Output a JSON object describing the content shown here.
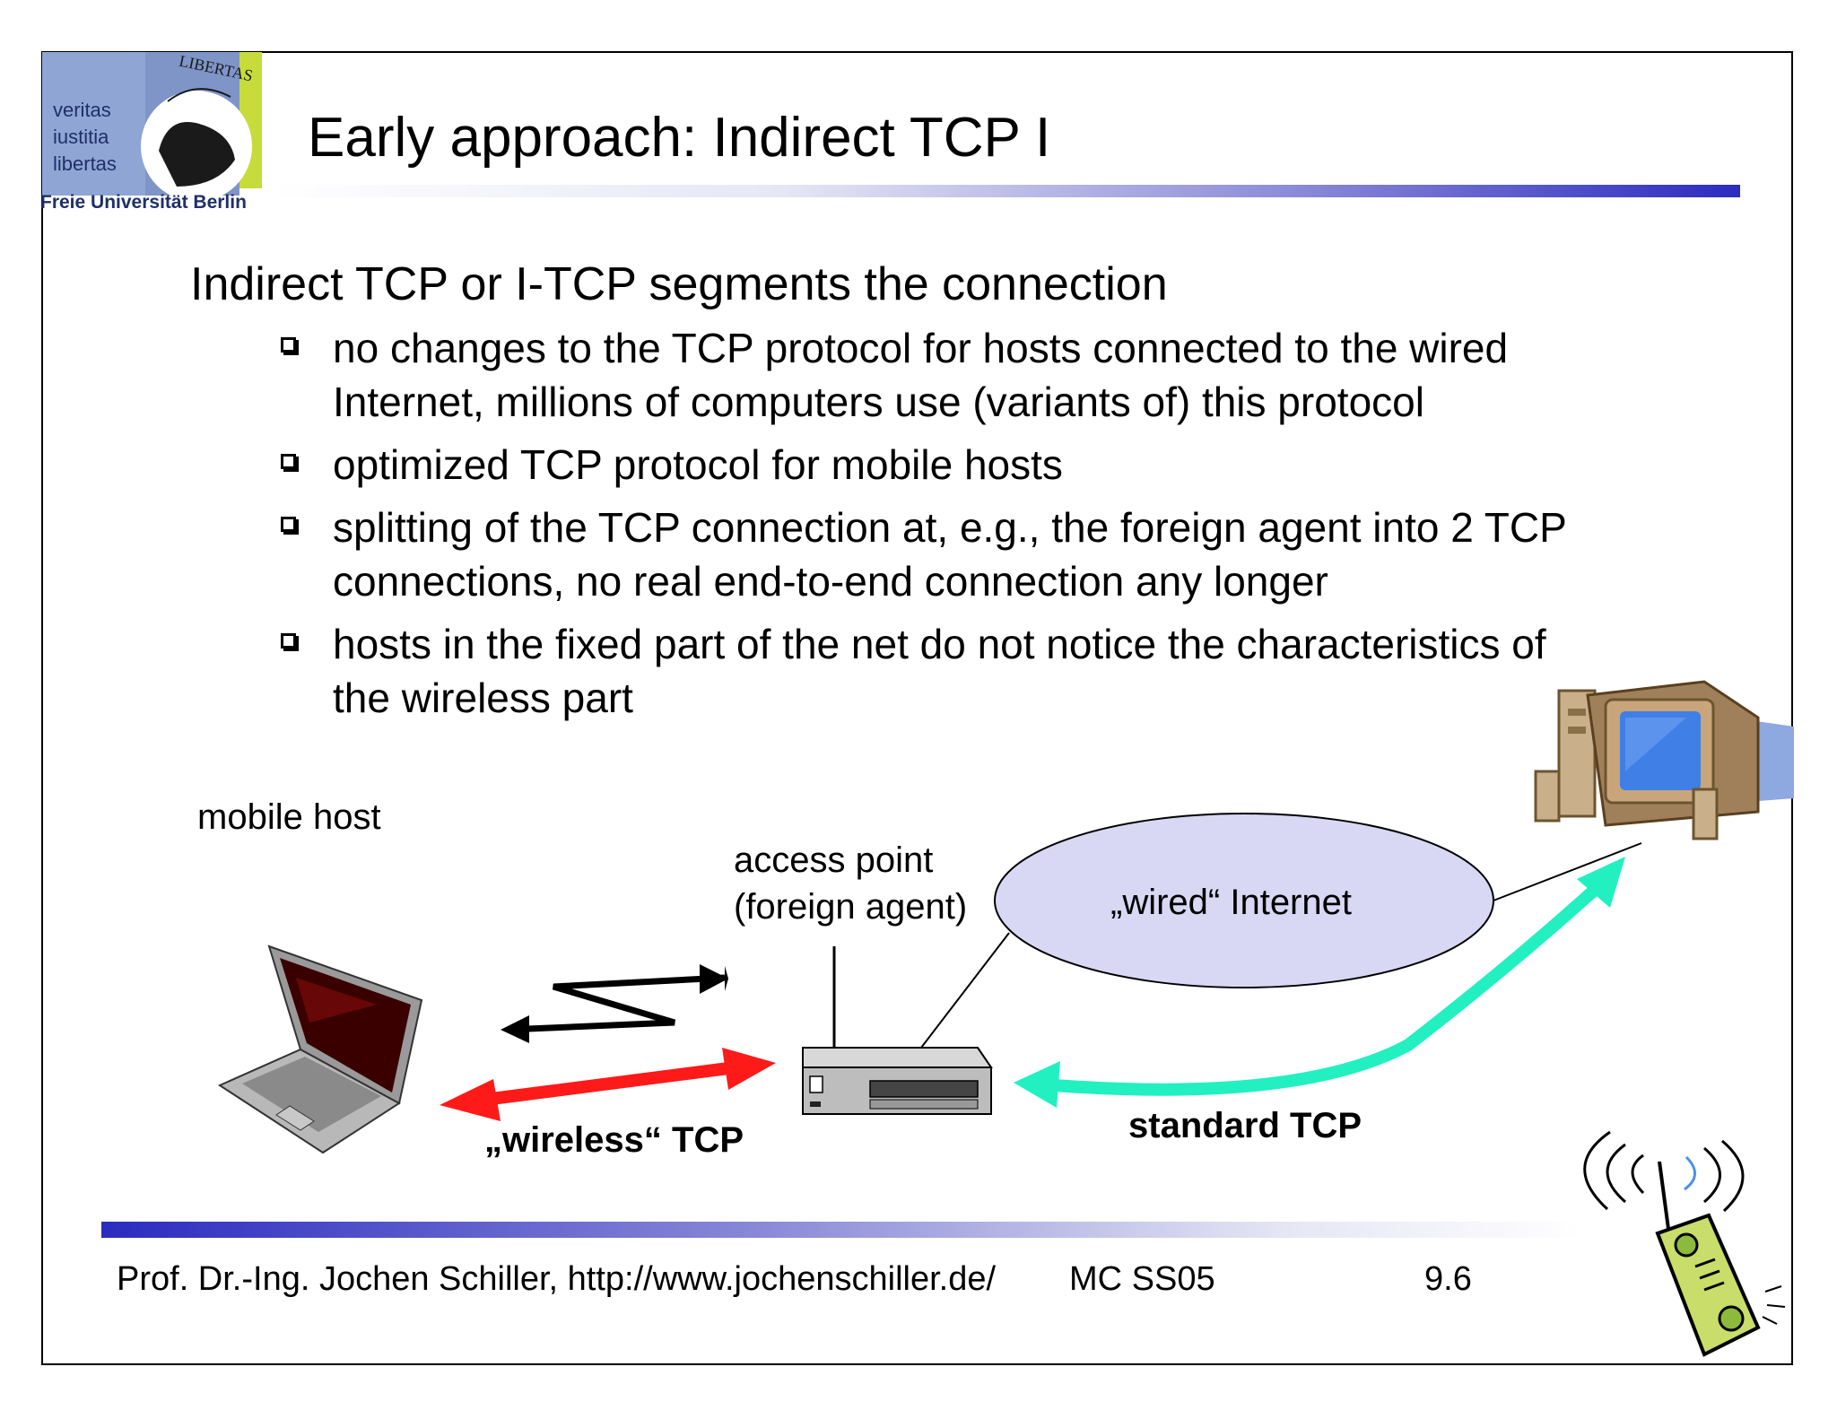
{
  "logo": {
    "motto": [
      "veritas",
      "iustitia",
      "libertas"
    ],
    "seal_text": "LIBERTAS",
    "institution": "Freie Universität Berlin"
  },
  "title": "Early approach: Indirect TCP I",
  "lead": "Indirect TCP or I-TCP segments the connection",
  "bullets": [
    [
      "no changes to the TCP protocol for hosts connected to the wired",
      "Internet, millions of computers use (variants of) this protocol"
    ],
    [
      "optimized TCP protocol for mobile hosts"
    ],
    [
      "splitting of the TCP connection at, e.g., the foreign agent into 2 TCP",
      "connections, no real end-to-end connection any longer"
    ],
    [
      "hosts in the fixed part of the net do not notice the characteristics of",
      "the wireless part"
    ]
  ],
  "diagram": {
    "mobile_host": "mobile host",
    "access_point": [
      "access point",
      "(foreign agent)"
    ],
    "internet": "„wired“ Internet",
    "wireless_tcp": "„wireless“ TCP",
    "standard_tcp": "standard TCP"
  },
  "colors": {
    "title_rule": "#2b2bc0",
    "internet_fill": "#d8d8f4",
    "wireless_arrow": "#ff1a1a",
    "standard_arrow": "#22f0c0"
  },
  "footer": {
    "author": "Prof. Dr.-Ing. Jochen Schiller, http://www.jochenschiller.de/",
    "course": "MC SS05",
    "page": "9.6"
  }
}
